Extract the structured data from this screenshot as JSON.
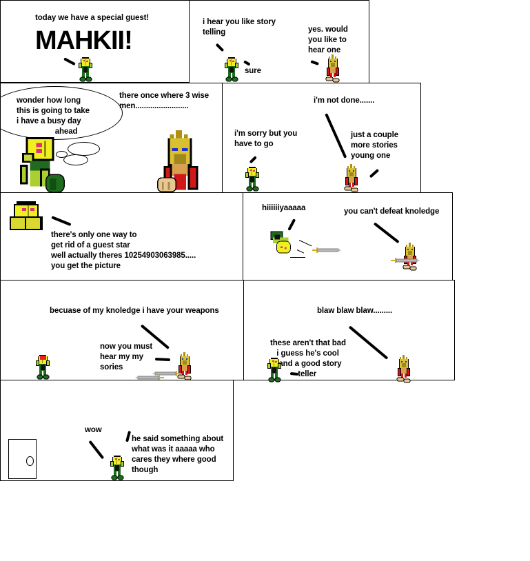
{
  "colors": {
    "ink": "#000000",
    "mahkii_yellow": "#f0f020",
    "mahkii_green_light": "#a8d030",
    "mahkii_green_dark": "#1f6b1f",
    "mahkii_eye": "#e0307a",
    "sage_gold": "#d8c030",
    "sage_eye": "#2030d0",
    "sage_red": "#d01818",
    "sage_tan": "#e8c890",
    "sword_gray": "#b8b8b8"
  },
  "panels": [
    {
      "id": 1,
      "caption": "today we have a special guest!",
      "title": "MAHKII!"
    },
    {
      "id": 2,
      "left_line": "i hear you like story\ntelling",
      "reply": "sure",
      "right_line": "yes. would\nyou like to\nhear one"
    },
    {
      "id": 3,
      "thought": "wonder how long\nthis is going to take\ni have a busy day\n                  ahead",
      "story": "there once where 3 wise\nmen........................."
    },
    {
      "id": 4,
      "top_line": "i'm not done.......",
      "left_line": "i'm sorry but you\nhave to go",
      "right_line": "just a couple\nmore stories\nyoung one"
    },
    {
      "id": 5,
      "line": "there's only one way to\nget rid of a guest star\nwell actually theres 10254903063985.....\nyou get the picture"
    },
    {
      "id": 6,
      "left_line": "hiiiiiiyaaaaa",
      "right_line": "you can't defeat knoledge"
    },
    {
      "id": 7,
      "top_line": "becuase of my knoledge i have your weapons",
      "mid_line": "now you must\nhear my my\nsories"
    },
    {
      "id": 8,
      "top_line": "blaw blaw blaw.........",
      "left_line": "these aren't that bad\n   i guess he's cool\n    and a good story\n             teller"
    },
    {
      "id": 9,
      "left_line": "wow",
      "right_line": "he said something about\nwhat was it aaaaa who\ncares they where good\nthough"
    }
  ]
}
